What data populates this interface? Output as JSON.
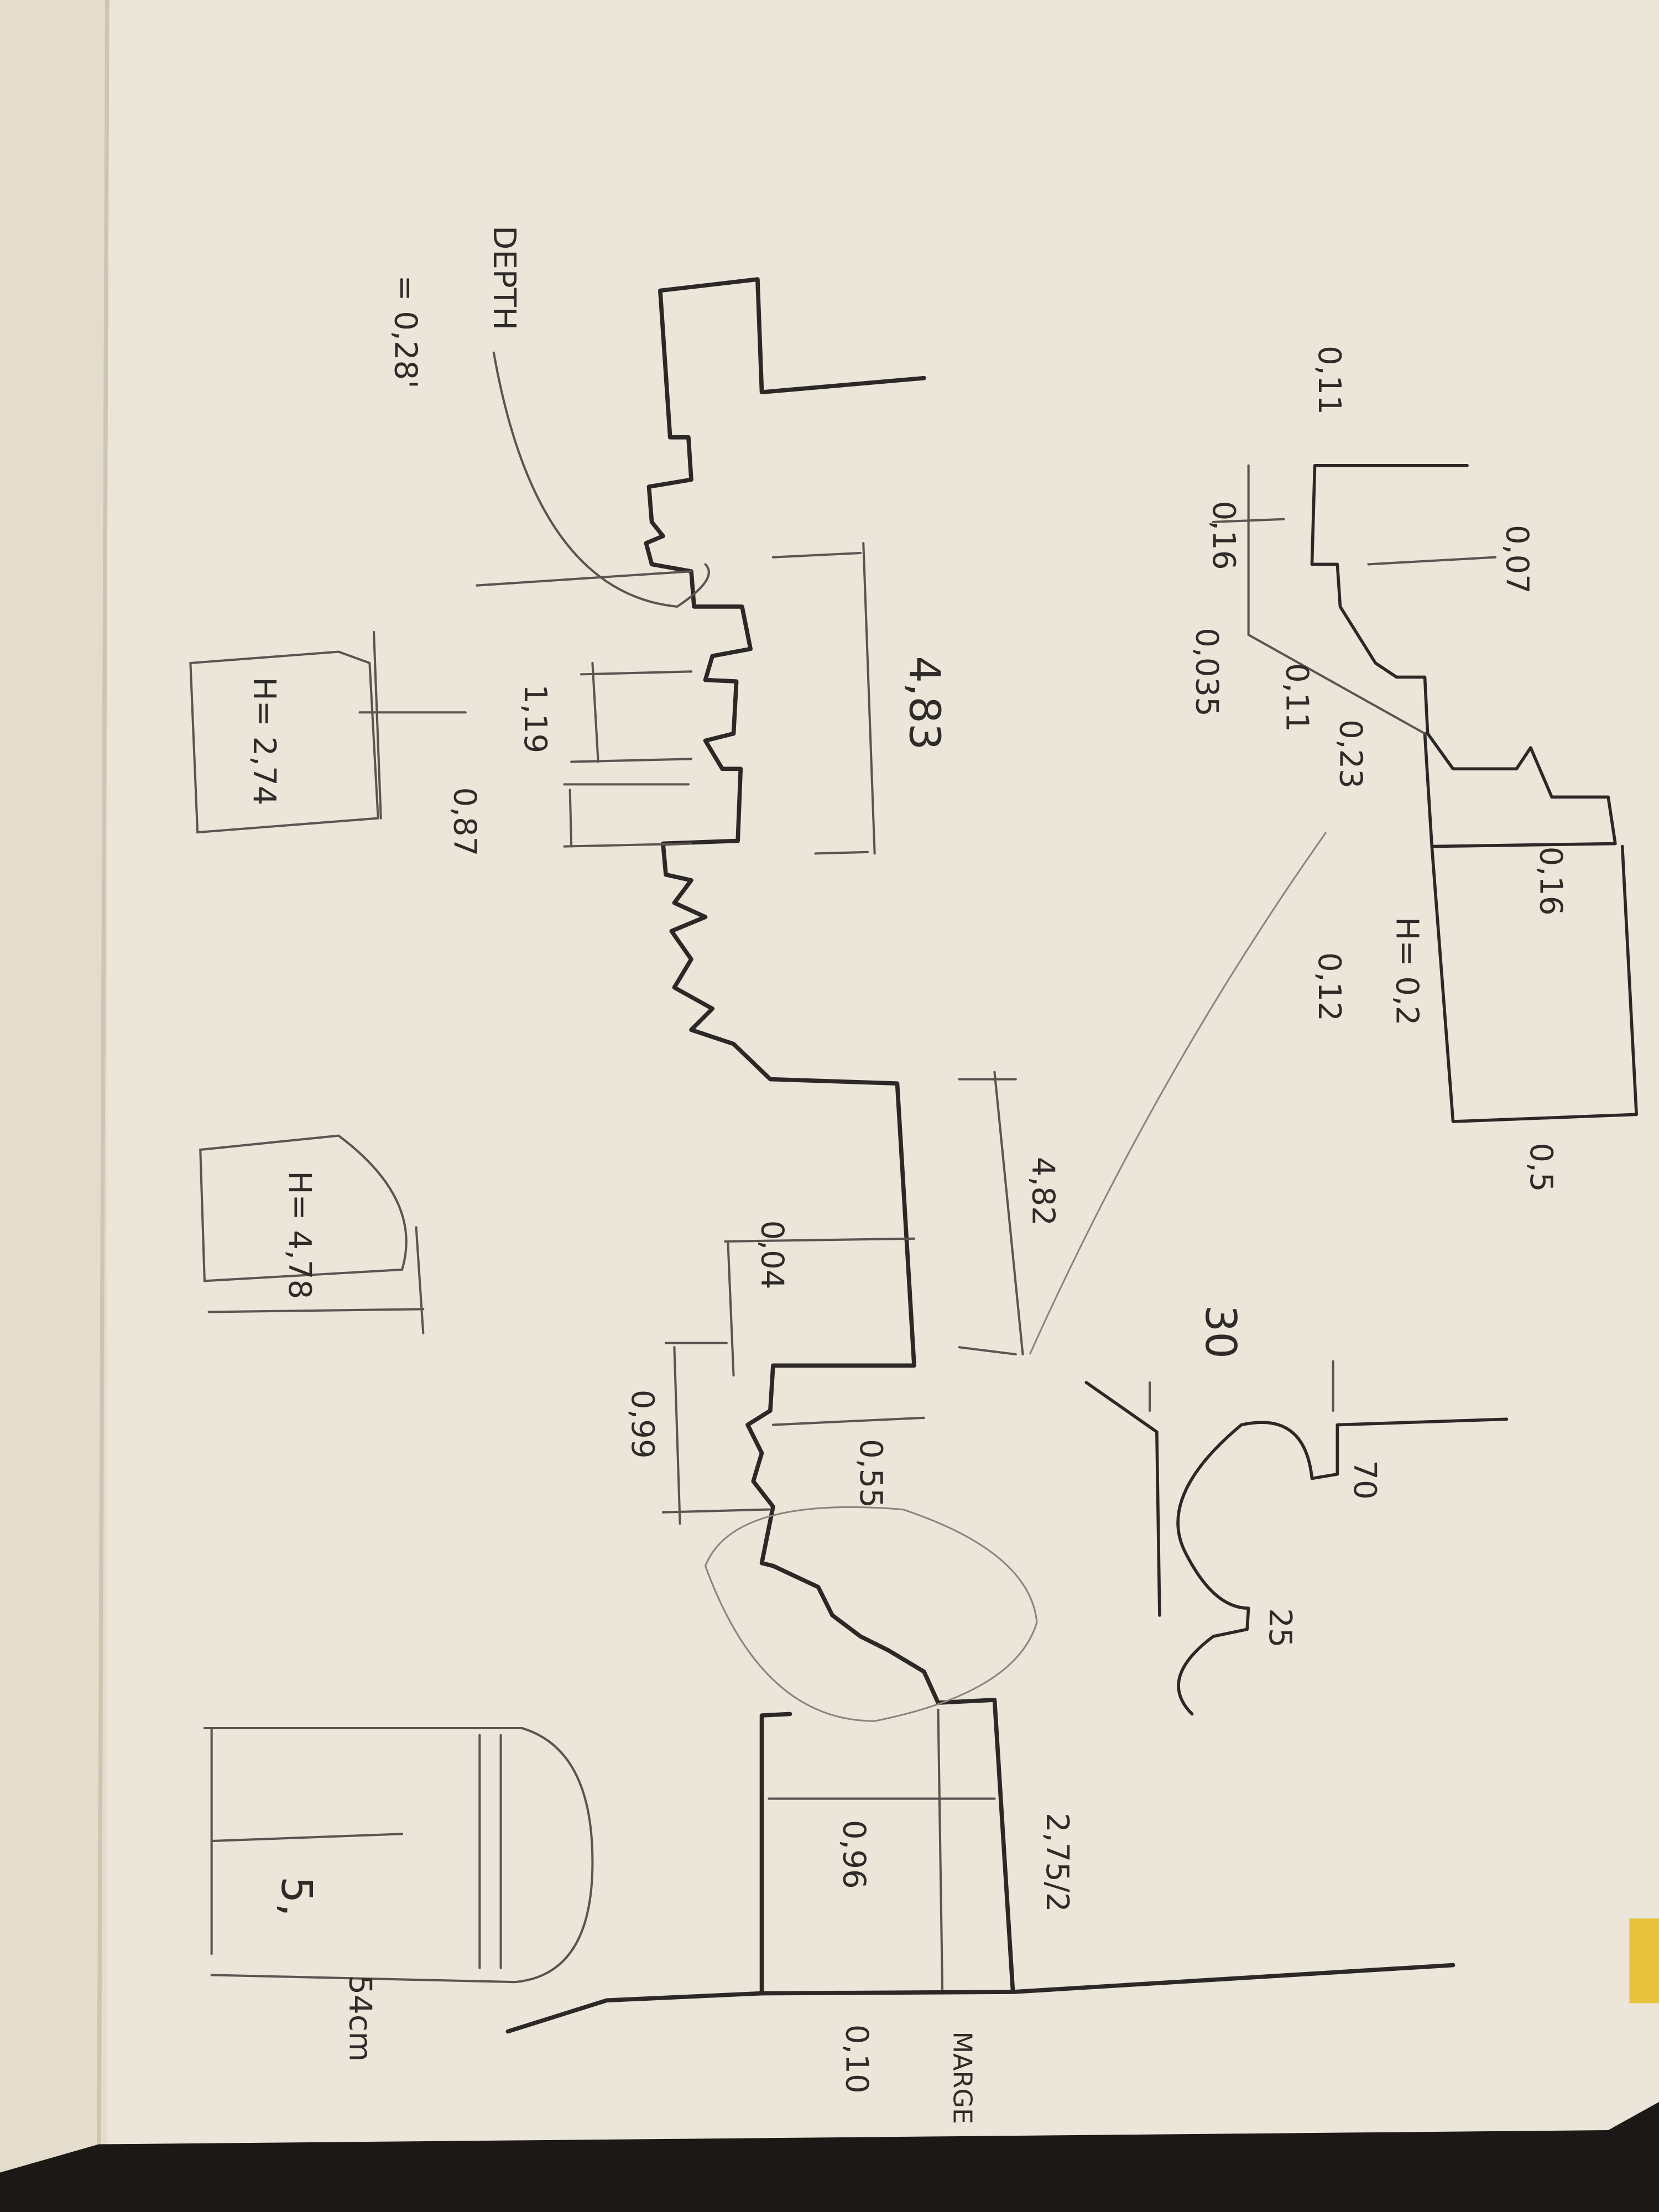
{
  "sketch": {
    "colors": {
      "paper": "#ebe5da",
      "pencil": "#2b2826",
      "left_page": "#e4dccd"
    },
    "labels": {
      "depth": "DEPTH",
      "depth_value": "= 0,28'",
      "top_011": "0,11",
      "top_016": "0,16",
      "top_007": "0,07",
      "top_0035": "0,035",
      "top_011b": "0,11",
      "top_023": "0,23",
      "h_02": "H= 0,2",
      "v_012": "0,12",
      "v_016b": "0,16",
      "v_05": "0,5",
      "v_483": "4,83",
      "v_119": "1,19",
      "v_087": "0,87",
      "h_274": "H= 2,74",
      "h_478": "H= 4,78",
      "v_482": "4,82",
      "v_004": "0,04",
      "v_099": "0,99",
      "v_055": "0,55",
      "v_30": "30",
      "v_70": "70",
      "v_25": "25",
      "v_096": "0,96",
      "v_275": "2,75/2",
      "v_5": "5,",
      "v_54cm": "54cm",
      "v_010": "0,10",
      "marge": "MARGE"
    }
  }
}
